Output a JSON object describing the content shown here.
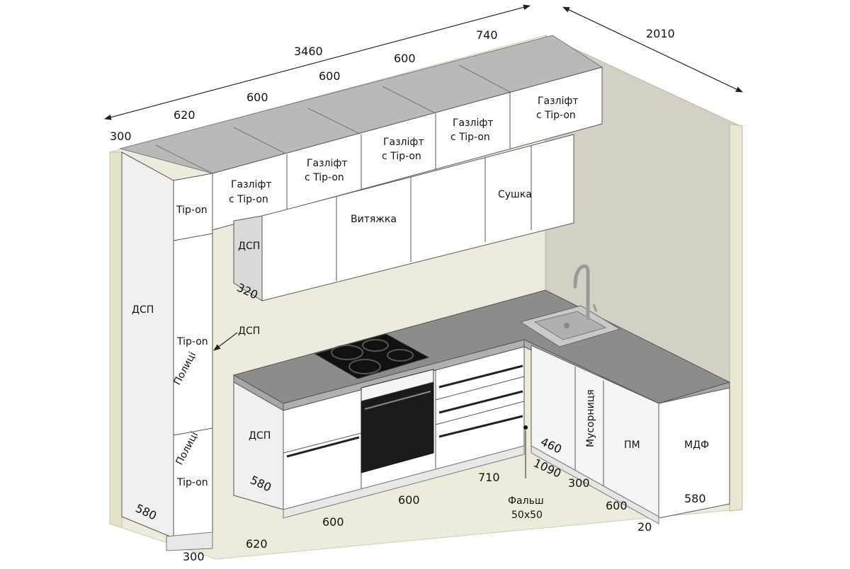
{
  "dimensions": {
    "overall_top": "3460",
    "depth_right": "2010",
    "upper_1": "620",
    "upper_2": "600",
    "upper_3": "600",
    "upper_4": "600",
    "upper_5": "740",
    "tall_depth_top": "300",
    "tall_width_bottom": "300",
    "tall_height": "580",
    "upper_side_depth": "320",
    "base_left_depth": "580",
    "base_bottom_left": "620",
    "base_bottom_mid": "600",
    "base_bottom_mid2": "600",
    "base_bottom_corner": "710",
    "right_460": "460",
    "right_1090": "1090",
    "right_300": "300",
    "right_600": "600",
    "right_580": "580",
    "right_20": "20"
  },
  "labels": {
    "tall_side": "ДСП",
    "tall_tipon_top": "Tip-on",
    "tall_tipon_mid": "Tip-on",
    "tall_shelves_1": "Полиці",
    "tall_shelves_2": "Полиці",
    "tall_tipon_bottom": "Tip-on",
    "arrow_dsp": "ДСП",
    "upper_side": "ДСП",
    "gas_1_line1": "Газліфт",
    "gas_1_line2": "с Tip-on",
    "gas_2_line1": "Газліфт",
    "gas_2_line2": "с Tip-on",
    "gas_3_line1": "Газліфт",
    "gas_3_line2": "с Tip-on",
    "gas_4_line1": "Газліфт",
    "gas_4_line2": "с Tip-on",
    "gas_5_line1": "Газліфт",
    "gas_5_line2": "с Tip-on",
    "hood": "Витяжка",
    "dryer": "Сушка",
    "base_side": "ДСП",
    "trash": "Мусорниця",
    "dishwasher": "ПМ",
    "mdf": "МДФ",
    "filler_line1": "Фальш",
    "filler_line2": "50x50"
  },
  "colors": {
    "wall_back": "#ecebdc",
    "wall_right": "#d4d1c4",
    "wall_edge": "#b9b6a6",
    "countertop": "#8c8c8c",
    "upper_top": "#b9b9b9",
    "cabinet": "#ffffff",
    "cabinet_side": "#f2f2f2",
    "line": "#555555",
    "handle": "#222222",
    "appliance": "#1a1a1a"
  }
}
